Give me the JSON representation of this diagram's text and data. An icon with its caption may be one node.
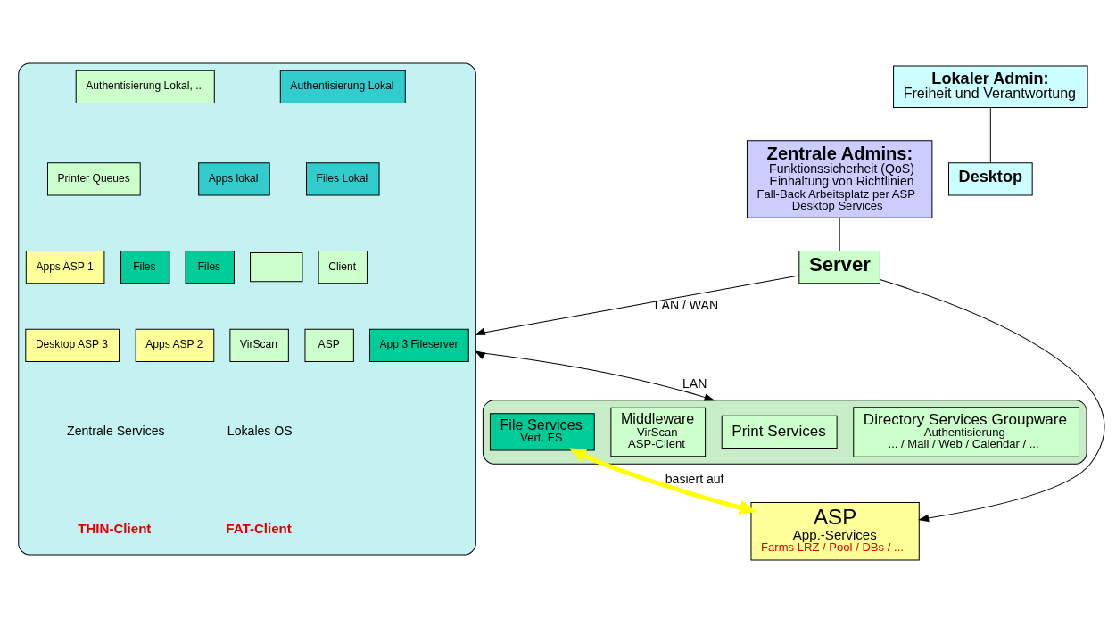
{
  "diagram": {
    "nodes": [
      {
        "text": [],
        "shape": "box"
      },
      {
        "text": [
          "Authentisierung Lokal"
        ],
        "in": 0
      },
      {
        "text": [
          "Files Lokal"
        ],
        "in": 0
      },
      {
        "text": [
          "Apps lokal"
        ],
        "in": 0
      },
      {
        "text": [
          "Client"
        ],
        "in": 0
      },
      {
        "text": [],
        "shape": "box",
        "in": 0
      },
      {
        "text": [
          "VirScan"
        ],
        "in": 0
      },
      {
        "text": [
          "ASP"
        ],
        "in": 0
      },
      {
        "text": [
          "Authentisierung Lokal, ..."
        ],
        "in": 0
      },
      {
        "text": [
          "Printer Queues"
        ],
        "in": 0
      },
      {
        "text": [
          "Files"
        ],
        "in": 0
      },
      {
        "text": [
          "Files"
        ],
        "in": 0
      },
      {
        "text": [
          "Apps ASP 1"
        ],
        "in": 0
      },
      {
        "text": [
          "App 3 Fileserver"
        ],
        "in": 0
      },
      {
        "text": [
          "Apps ASP 2"
        ],
        "in": 0
      },
      {
        "text": [
          "Desktop ASP 3"
        ],
        "in": 0
      },
      {
        "text": [
          "Lokaler Admin:",
          "Freiheit und Verantwortung"
        ]
      },
      {
        "text": [
          "Zentrale Admins:",
          "Funktionssicherheit (QoS) Einhaltung von Richtlinien",
          "Fall-Back Arbeitsplatz per ASP Desktop Services"
        ]
      },
      {
        "text": [
          "Desktop"
        ]
      },
      {
        "text": [
          "Server"
        ]
      },
      {
        "text": [
          "ASP",
          "App.-Services",
          "Farms LRZ / Pool / DBs / ..."
        ]
      },
      {
        "text": [],
        "shape": "box"
      },
      {
        "text": [
          "Directory Services Groupware",
          "Authentisierung",
          "... / Mail / Web / Calendar / ..."
        ],
        "in": 21
      },
      {
        "text": [
          "Print Services"
        ],
        "in": 21
      },
      {
        "text": [
          "Middleware",
          "VirScan",
          "ASP-Client"
        ],
        "in": 21
      },
      {
        "text": [
          "File Services",
          "Vert. FS"
        ],
        "in": 21
      }
    ],
    "edges": [
      {
        "from": 0,
        "to": 21,
        "arrow": "both",
        "label": "LAN"
      },
      {
        "from": 19,
        "to": 0,
        "arrow": "to",
        "label": "LAN / WAN"
      },
      {
        "from": 19,
        "to": 20,
        "arrow": "to"
      },
      {
        "from": 16,
        "to": 18,
        "arrow": "none"
      },
      {
        "from": 17,
        "to": 19,
        "arrow": "none"
      },
      {
        "from": 25,
        "to": 20,
        "arrow": "both",
        "label": "basiert auf",
        "style": "thick",
        "color": "#ffff00"
      }
    ],
    "labels": [
      "Lokales OS",
      "FAT-Client",
      "Zentrale Services",
      "THIN-Client"
    ]
  }
}
